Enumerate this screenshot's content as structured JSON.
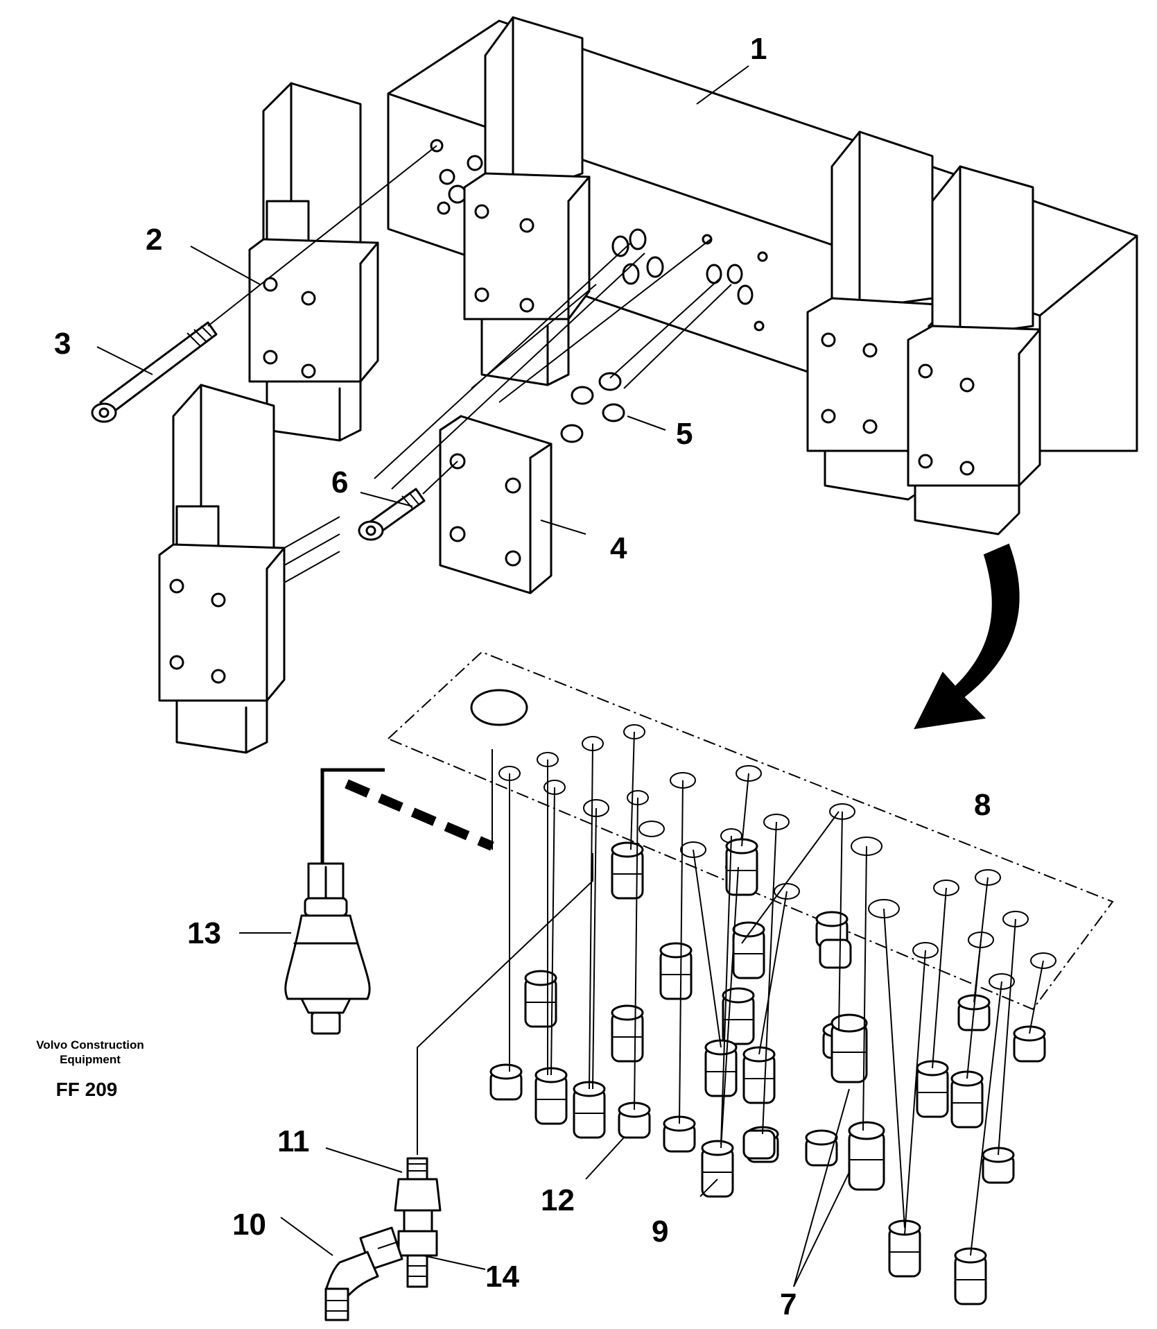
{
  "brand": {
    "line1": "Volvo Construction",
    "line2": "Equipment",
    "code": "FF 209"
  },
  "callouts": [
    "1",
    "2",
    "3",
    "4",
    "5",
    "6",
    "7",
    "8",
    "9",
    "10",
    "11",
    "12",
    "13",
    "14"
  ]
}
